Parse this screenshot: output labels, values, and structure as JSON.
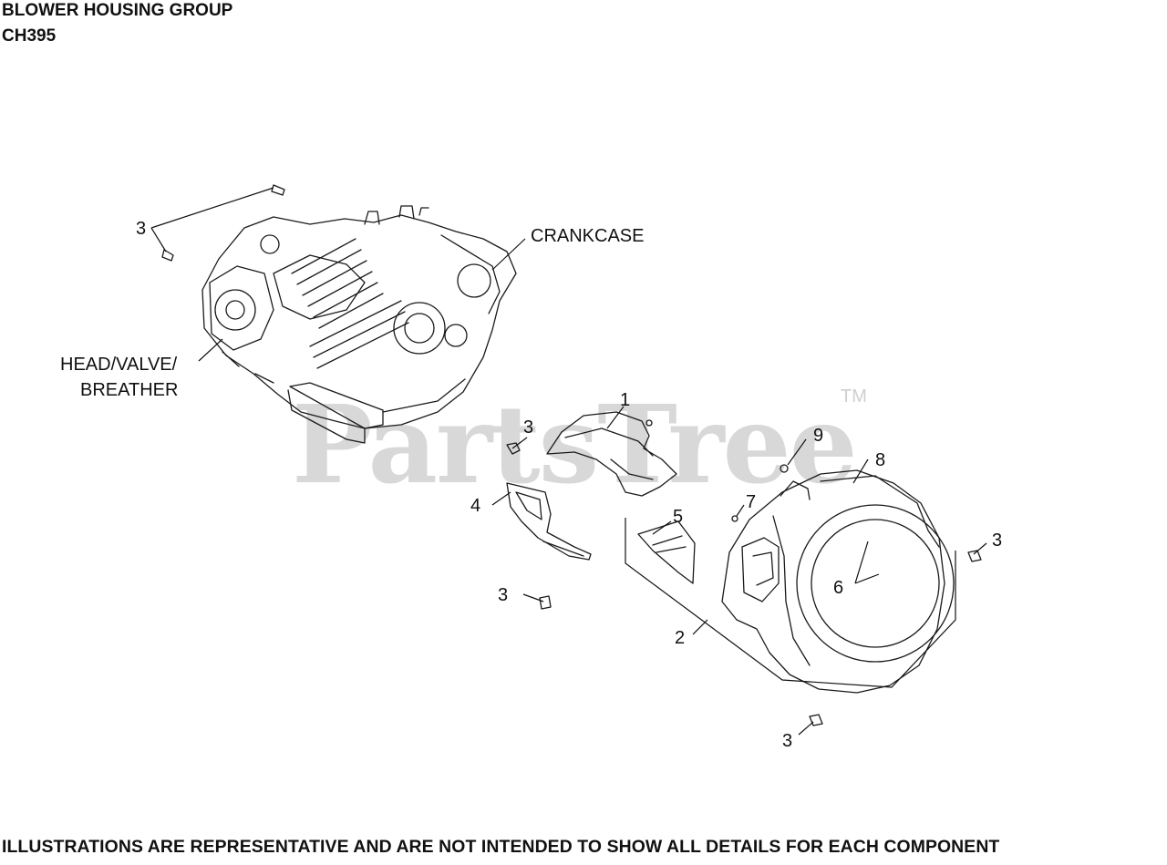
{
  "header": {
    "title": "BLOWER HOUSING GROUP",
    "model": "CH395"
  },
  "footer": {
    "disclaimer": "ILLUSTRATIONS ARE REPRESENTATIVE AND ARE NOT INTENDED TO SHOW ALL DETAILS FOR EACH COMPONENT"
  },
  "watermark": {
    "text": "PartsTree",
    "tm": "TM"
  },
  "labels": {
    "crankcase": "CRANKCASE",
    "head_valve": "HEAD/VALVE/",
    "breather": "BREATHER"
  },
  "callouts": {
    "c1": "1",
    "c2": "2",
    "c3a": "3",
    "c3b": "3",
    "c3c": "3",
    "c3d": "3",
    "c3e": "3",
    "c4": "4",
    "c5": "5",
    "c6": "6",
    "c7": "7",
    "c8": "8",
    "c9": "9"
  }
}
